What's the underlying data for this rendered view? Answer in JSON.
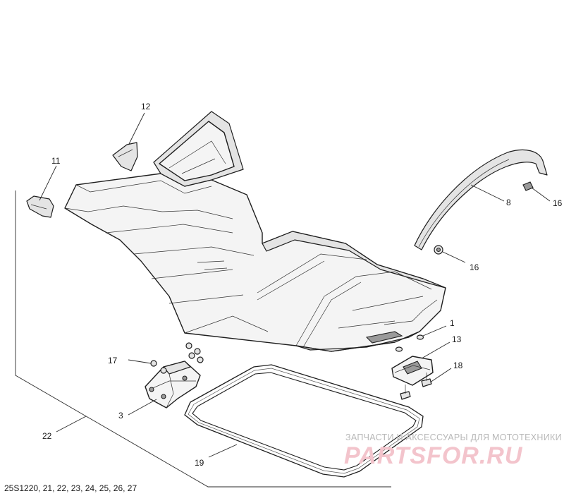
{
  "labels": {
    "l1": "1",
    "l3": "3",
    "l8": "8",
    "l11": "11",
    "l12": "12",
    "l13": "13",
    "l16a": "16",
    "l16b": "16",
    "l17": "17",
    "l18": "18",
    "l19": "19",
    "l22": "22"
  },
  "footer": {
    "text": "25S1220, 21, 22, 23, 24, 25, 26, 27"
  },
  "watermark": {
    "tagline": "ЗАПЧАСТИ И АКСЕССУАРЫ ДЛЯ МОТОТЕХНИКИ",
    "logo": "PARTSFOR.RU"
  }
}
